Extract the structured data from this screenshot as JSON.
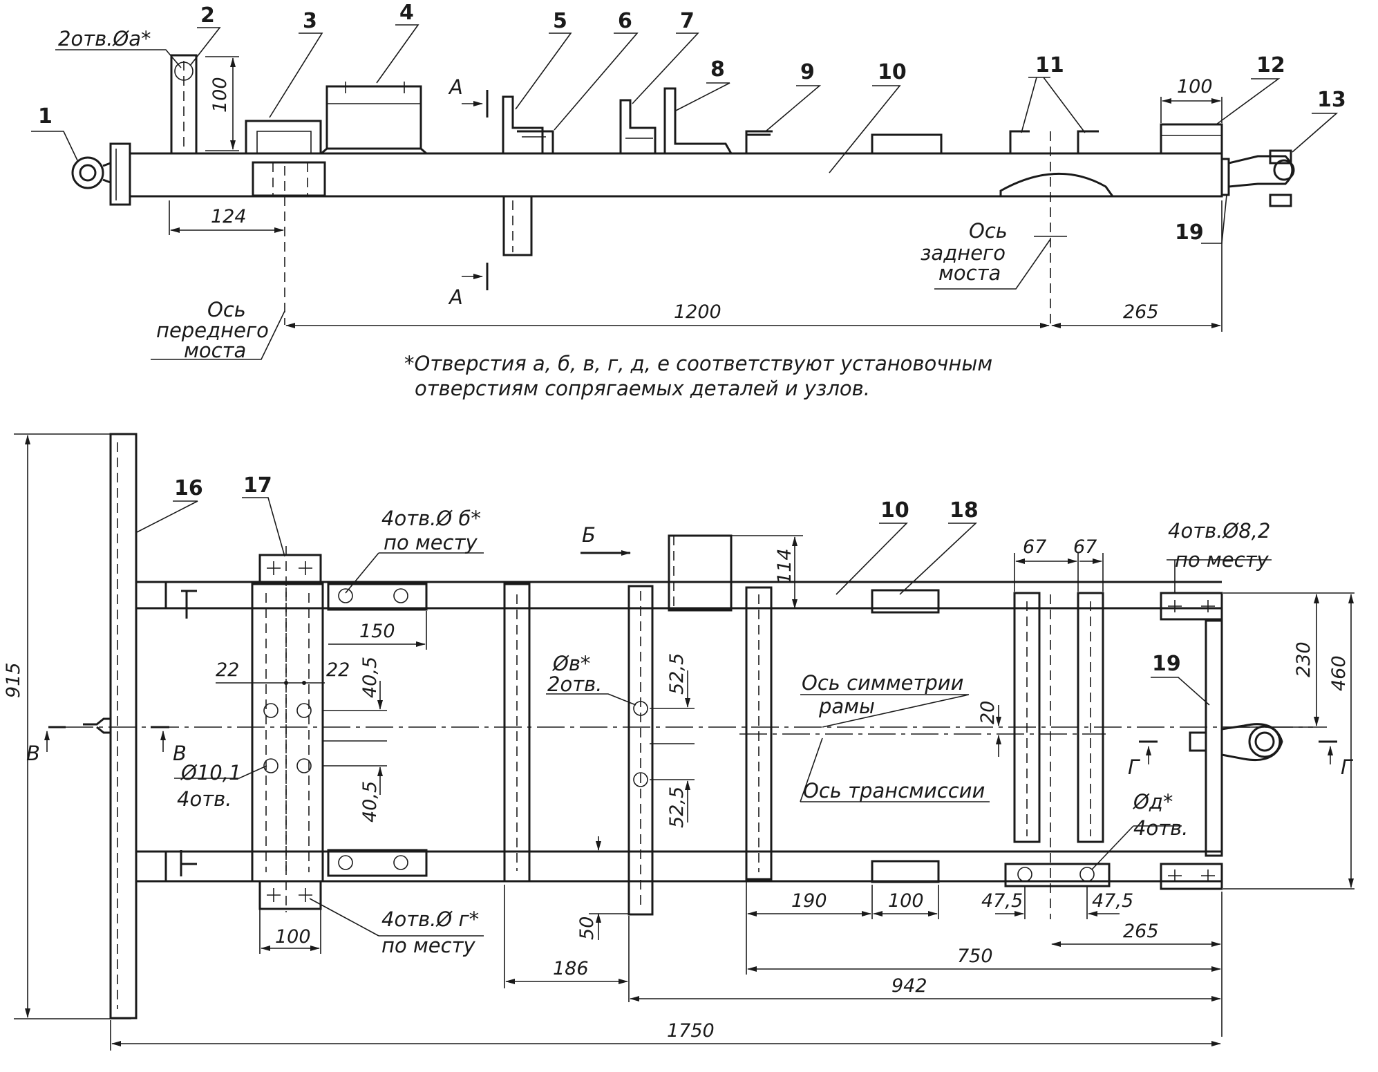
{
  "colors": {
    "ink": "#1a1a1a",
    "paper": "#ffffff"
  },
  "callouts": {
    "c1": "1",
    "c2": "2",
    "c3": "3",
    "c4": "4",
    "c5": "5",
    "c6": "6",
    "c7": "7",
    "c8": "8",
    "c9": "9",
    "c10": "10",
    "c11": "11",
    "c12": "12",
    "c13": "13",
    "c16": "16",
    "c17": "17",
    "c10b": "10",
    "c18": "18",
    "c19a": "19",
    "c19b": "19"
  },
  "side_view": {
    "holes_a": "2отв.Øа*",
    "dim_100_top": "100",
    "dim_100_right": "100",
    "dim_124": "124",
    "dim_1200": "1200",
    "dim_265": "265",
    "section_a": "А",
    "front_axle": [
      "Ось",
      "переднего",
      "моста"
    ],
    "rear_axle": [
      "Ось",
      "заднего",
      "моста"
    ]
  },
  "footnote": {
    "line1": "*Отверстия   а, б, в, г, д, е  соответствуют установочным",
    "line2": "отверстиям сопрягаемых  деталей  и  узлов."
  },
  "plan_view": {
    "holes_b": "4отв.Ø б*",
    "holes_b_place": "по месту",
    "holes_82": "4отв.Ø8,2",
    "holes_82_place": "по месту",
    "holes_g": "4отв.Ø г*",
    "holes_g_place": "по месту",
    "holes_v": "Øв*",
    "holes_v_count": "2отв.",
    "holes_101": "Ø10,1",
    "holes_101_count": "4отв.",
    "holes_d": "Øд*",
    "holes_d_count": "4отв.",
    "arrow_b": "Б",
    "sym_axis": [
      "Ось симметрии",
      "рамы"
    ],
    "trans_axis": "Ось трансмиссии",
    "section_v": "В",
    "section_g": "Г",
    "dims": {
      "d915": "915",
      "d114": "114",
      "d150": "150",
      "d22a": "22",
      "d22b": "22",
      "d405a": "40,5",
      "d405b": "40,5",
      "d525a": "52,5",
      "d525b": "52,5",
      "d67a": "67",
      "d67b": "67",
      "d20": "20",
      "d230": "230",
      "d460": "460",
      "d100a": "100",
      "d50": "50",
      "d186": "186",
      "d190": "190",
      "d100b": "100",
      "d475a": "47,5",
      "d475b": "47,5",
      "d265": "265",
      "d750": "750",
      "d942": "942",
      "d1750": "1750"
    }
  }
}
